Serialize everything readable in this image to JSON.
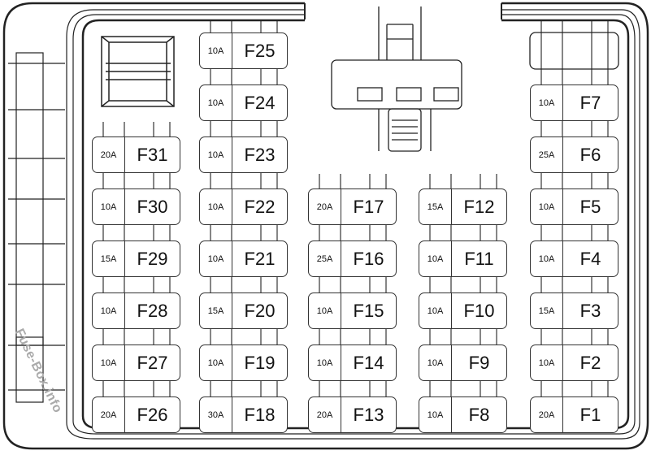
{
  "diagram": {
    "columns": [
      {
        "fuses": [
          {
            "id": "F31",
            "rating": "20A"
          },
          {
            "id": "F30",
            "rating": "10A"
          },
          {
            "id": "F29",
            "rating": "15A"
          },
          {
            "id": "F28",
            "rating": "10A"
          },
          {
            "id": "F27",
            "rating": "10A"
          },
          {
            "id": "F26",
            "rating": "20A"
          }
        ]
      },
      {
        "fuses": [
          {
            "id": "F25",
            "rating": "10A"
          },
          {
            "id": "F24",
            "rating": "10A"
          },
          {
            "id": "F23",
            "rating": "10A"
          },
          {
            "id": "F22",
            "rating": "10A"
          },
          {
            "id": "F21",
            "rating": "10A"
          },
          {
            "id": "F20",
            "rating": "15A"
          },
          {
            "id": "F19",
            "rating": "10A"
          },
          {
            "id": "F18",
            "rating": "30A"
          }
        ]
      },
      {
        "fuses": [
          {
            "id": "F17",
            "rating": "20A"
          },
          {
            "id": "F16",
            "rating": "25A"
          },
          {
            "id": "F15",
            "rating": "10A"
          },
          {
            "id": "F14",
            "rating": "10A"
          },
          {
            "id": "F13",
            "rating": "20A"
          }
        ]
      },
      {
        "fuses": [
          {
            "id": "F12",
            "rating": "15A"
          },
          {
            "id": "F11",
            "rating": "10A"
          },
          {
            "id": "F10",
            "rating": "10A"
          },
          {
            "id": "F9",
            "rating": "10A"
          },
          {
            "id": "F8",
            "rating": "10A"
          }
        ]
      },
      {
        "fuses": [
          {
            "id": "F7",
            "rating": "10A"
          },
          {
            "id": "F6",
            "rating": "25A"
          },
          {
            "id": "F5",
            "rating": "10A"
          },
          {
            "id": "F4",
            "rating": "10A"
          },
          {
            "id": "F3",
            "rating": "15A"
          },
          {
            "id": "F2",
            "rating": "10A"
          },
          {
            "id": "F1",
            "rating": "20A"
          }
        ]
      }
    ],
    "watermark": "Fuse-Box.info"
  }
}
